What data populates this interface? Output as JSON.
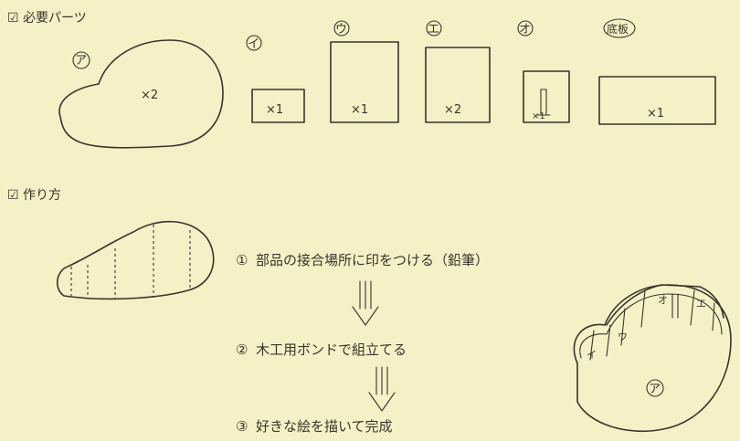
{
  "sections": {
    "parts_title": "☑ 必要パーツ",
    "method_title": "☑ 作り方"
  },
  "parts": [
    {
      "label": "ア",
      "qty": "×2"
    },
    {
      "label": "イ",
      "qty": "×1"
    },
    {
      "label": "ウ",
      "qty": "×1"
    },
    {
      "label": "エ",
      "qty": "×2"
    },
    {
      "label": "オ",
      "qty": "×1"
    },
    {
      "label": "底板",
      "qty": "×1"
    }
  ],
  "steps": [
    {
      "number": "①",
      "text": "部品の接合場所に印をつける（鉛筆）"
    },
    {
      "number": "②",
      "text": "木工用ボンドで組立てる"
    },
    {
      "number": "③",
      "text": "好きな絵を描いて完成"
    }
  ],
  "assembled": {
    "side_label": "ア",
    "panel_labels": [
      "イ",
      "ウ",
      "エ",
      "オ"
    ]
  },
  "colors": {
    "paper": "#f5f0c6",
    "ink": "#3a342a"
  }
}
